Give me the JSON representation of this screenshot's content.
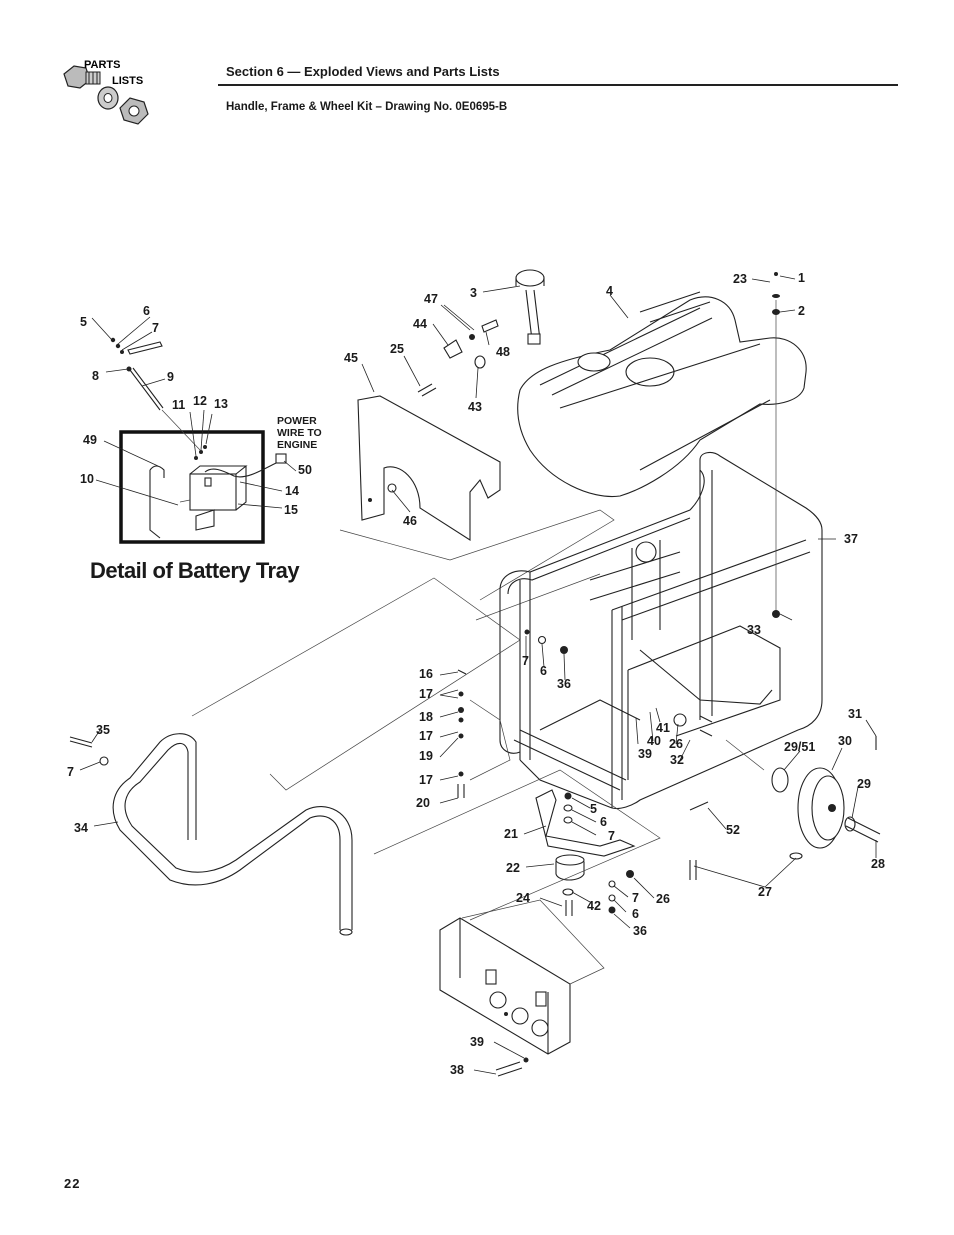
{
  "header": {
    "logo_line1": "PARTS",
    "logo_line2": "LISTS",
    "section_title": "Section 6 — Exploded Views and Parts Lists",
    "drawing_title": "Handle, Frame & Wheel Kit – Drawing No. 0E0695-B"
  },
  "detail": {
    "title": "Detail of Battery Tray",
    "power_note": [
      "POWER",
      "WIRE TO",
      "ENGINE"
    ]
  },
  "callouts": {
    "c1": "1",
    "c2": "2",
    "c3": "3",
    "c4": "4",
    "c5a": "5",
    "c6a": "6",
    "c7a": "7",
    "c8": "8",
    "c9": "9",
    "c10": "10",
    "c11": "11",
    "c12": "12",
    "c13": "13",
    "c14": "14",
    "c15": "15",
    "c16": "16",
    "c17a": "17",
    "c17b": "17",
    "c17c": "17",
    "c18": "18",
    "c19": "19",
    "c20": "20",
    "c21": "21",
    "c22": "22",
    "c23": "23",
    "c24": "24",
    "c25": "25",
    "c26a": "26",
    "c26b": "26",
    "c27": "27",
    "c28": "28",
    "c29": "29",
    "c2951": "29/51",
    "c30": "30",
    "c31": "31",
    "c32": "32",
    "c33": "33",
    "c34": "34",
    "c35": "35",
    "c7b": "7",
    "c36a": "36",
    "c36b": "36",
    "c37": "37",
    "c38": "38",
    "c39a": "39",
    "c39b": "39",
    "c40": "40",
    "c41": "41",
    "c42": "42",
    "c43": "43",
    "c44": "44",
    "c45": "45",
    "c46": "46",
    "c47": "47",
    "c48": "48",
    "c49": "49",
    "c50": "50",
    "c52": "52",
    "c5b": "5",
    "c6b": "6",
    "c7c": "7",
    "c6c": "6",
    "c7d": "7",
    "c7e": "7",
    "c6d": "6"
  },
  "footer": {
    "page_number": "22"
  }
}
